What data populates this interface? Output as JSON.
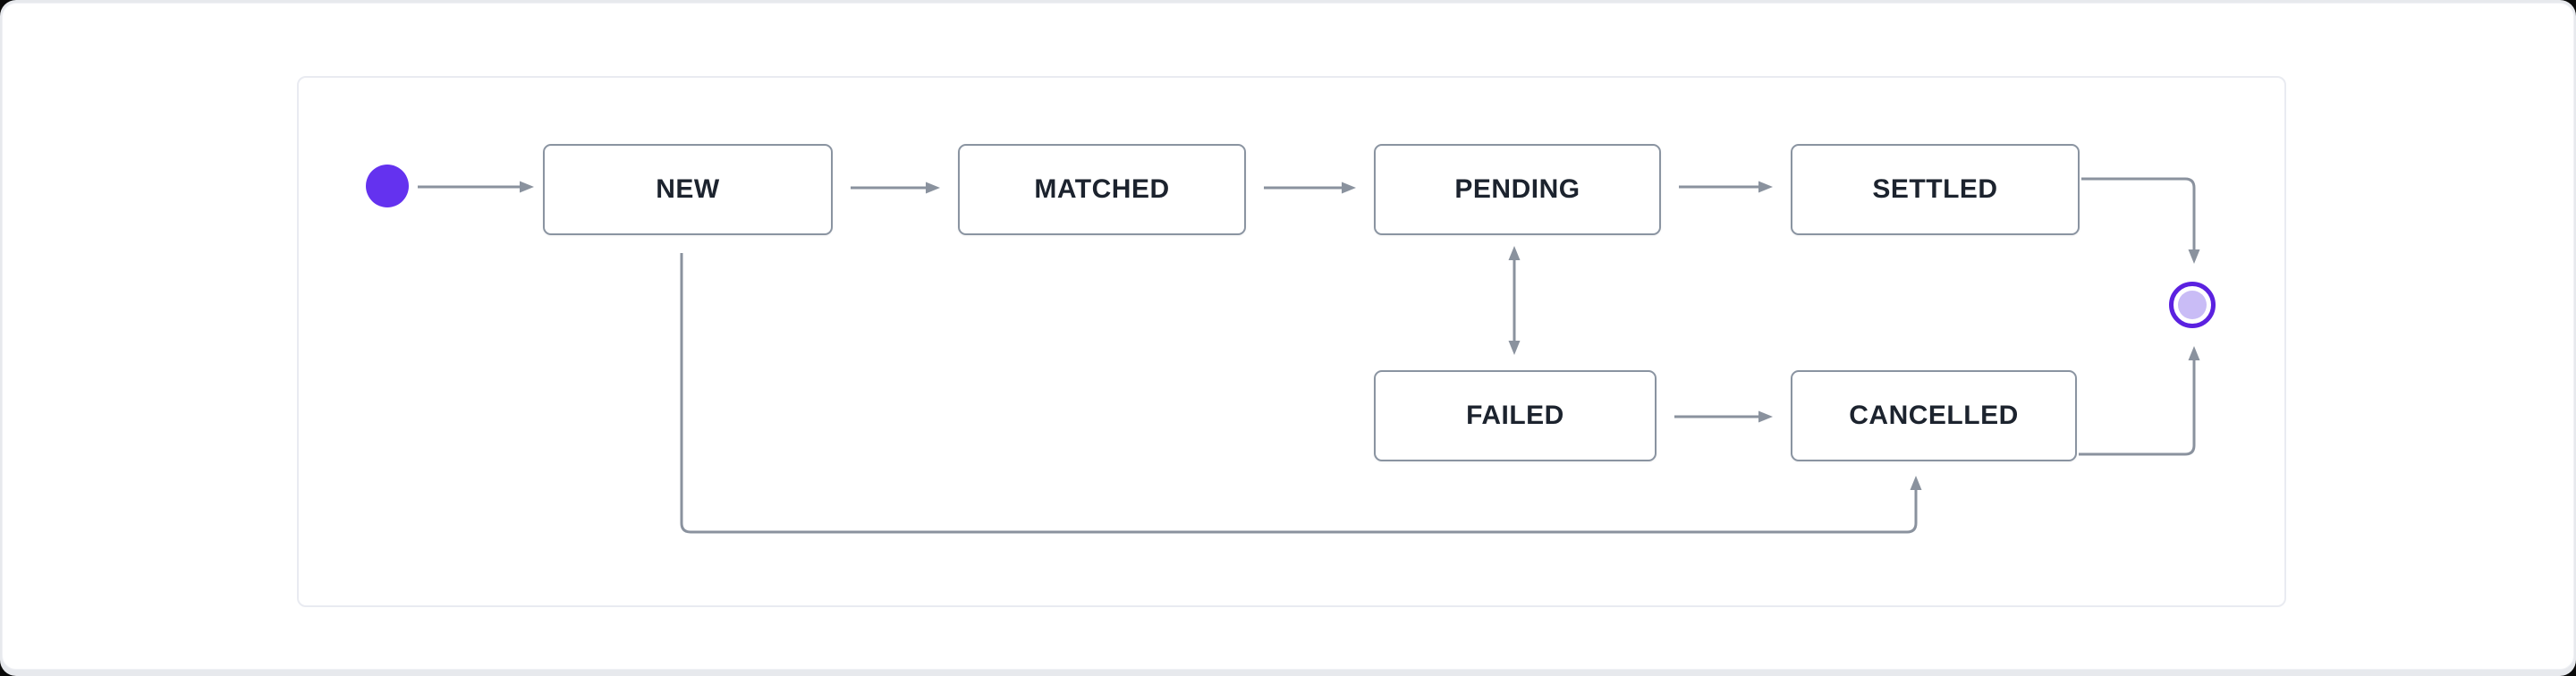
{
  "page": {
    "background_color": "#e7e9ed",
    "card_background_color": "#ffffff"
  },
  "diagram": {
    "type": "state-machine-flow",
    "start_marker": {
      "shape": "filled-circle",
      "color": "#6432ef"
    },
    "end_marker": {
      "shape": "ring-circle",
      "ring_color": "#5b21e0",
      "fill_color": "#c9bcf6"
    },
    "nodes": [
      {
        "id": "new",
        "label": "NEW"
      },
      {
        "id": "matched",
        "label": "MATCHED"
      },
      {
        "id": "pending",
        "label": "PENDING"
      },
      {
        "id": "settled",
        "label": "SETTLED"
      },
      {
        "id": "failed",
        "label": "FAILED"
      },
      {
        "id": "cancelled",
        "label": "CANCELLED"
      }
    ],
    "edges": [
      {
        "from": "start",
        "to": "new",
        "bidirectional": false
      },
      {
        "from": "new",
        "to": "matched",
        "bidirectional": false
      },
      {
        "from": "matched",
        "to": "pending",
        "bidirectional": false
      },
      {
        "from": "pending",
        "to": "settled",
        "bidirectional": false
      },
      {
        "from": "settled",
        "to": "end",
        "bidirectional": false
      },
      {
        "from": "pending",
        "to": "failed",
        "bidirectional": true
      },
      {
        "from": "failed",
        "to": "cancelled",
        "bidirectional": false
      },
      {
        "from": "cancelled",
        "to": "end",
        "bidirectional": false
      },
      {
        "from": "new",
        "to": "cancelled",
        "bidirectional": false
      }
    ],
    "colors": {
      "edge_stroke": "#8a929e",
      "node_border": "#8a94a1",
      "node_text": "#1c232e",
      "panel_border": "#e9ebf1"
    }
  }
}
